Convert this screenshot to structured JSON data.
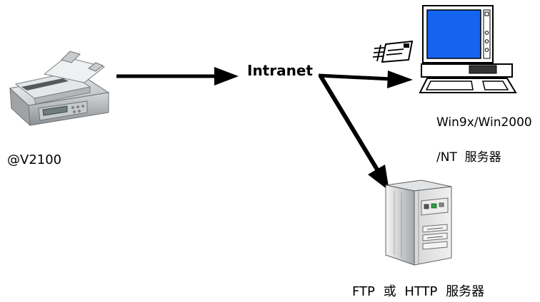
{
  "scanner": {
    "label": "@V2100",
    "icon": "scanner-icon"
  },
  "network": {
    "label": "Intranet"
  },
  "windows_server": {
    "label_line1": "Win9x/Win2000",
    "label_line2": "/NT  服务器",
    "icon": "desktop-computer-icon",
    "badge_icon": "mail-icon"
  },
  "ftp_http_server": {
    "label": "FTP 或 HTTP 服务器",
    "icon": "tower-server-icon"
  },
  "colors": {
    "background": "#ffffff",
    "arrow": "#000000",
    "monitor_screen": "#1464f0",
    "server_indicator": "#2e9e3a"
  }
}
